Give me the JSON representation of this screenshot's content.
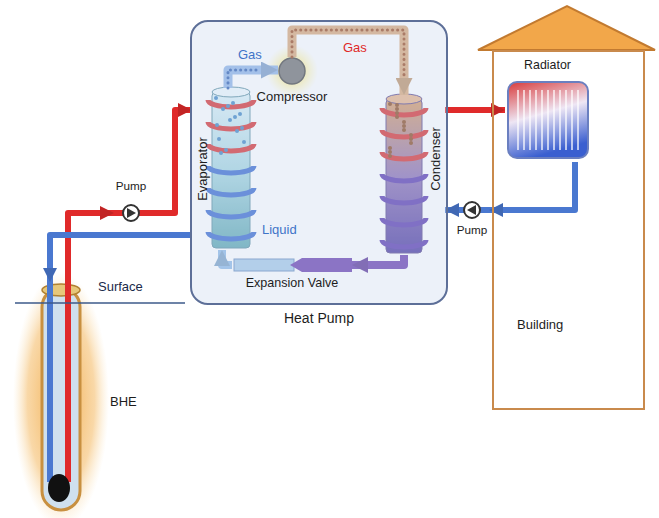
{
  "diagram": {
    "nodes": [
      {
        "text": [
          "Heat Pump"
        ]
      },
      {
        "text": [
          "Evaporator"
        ],
        "in": 0
      },
      {
        "text": [
          "Compressor"
        ],
        "in": 0
      },
      {
        "text": [
          "Condenser"
        ],
        "in": 0
      },
      {
        "text": [
          "Expansion Valve"
        ],
        "in": 0
      },
      {
        "text": [
          "Building"
        ]
      },
      {
        "text": [
          "Radiator"
        ],
        "in": 5
      },
      {
        "text": [
          "Pump"
        ]
      },
      {
        "text": [
          "Pump"
        ]
      },
      {
        "text": [
          "BHE"
        ]
      }
    ],
    "edges": [
      {
        "from": 1,
        "to": 2,
        "arrow": "to"
      },
      {
        "from": 2,
        "to": 3,
        "arrow": "to"
      },
      {
        "from": 3,
        "to": 4,
        "arrow": "to"
      },
      {
        "from": 4,
        "to": 1,
        "arrow": "to"
      },
      {
        "from": 9,
        "to": 7,
        "arrow": "to"
      },
      {
        "from": 7,
        "to": 1,
        "arrow": "to"
      },
      {
        "from": 1,
        "to": 9,
        "arrow": "to"
      },
      {
        "from": 3,
        "to": 6,
        "arrow": "to"
      },
      {
        "from": 6,
        "to": 8,
        "arrow": "to"
      },
      {
        "from": 8,
        "to": 3,
        "arrow": "to"
      }
    ],
    "labels": [
      "Gas",
      "Gas",
      "Liquid",
      "Surface"
    ]
  }
}
